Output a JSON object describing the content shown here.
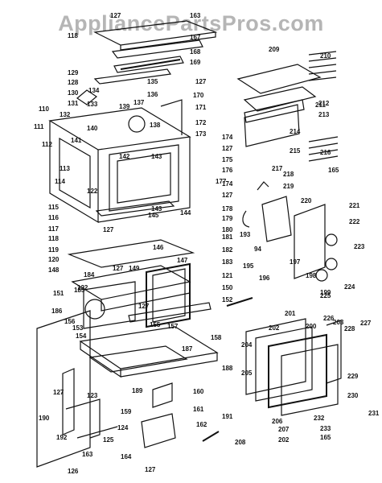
{
  "watermark": "AppliancePartsPros.com",
  "part_numbers": [
    "127",
    "163",
    "118",
    "167",
    "168",
    "169",
    "129",
    "128",
    "135",
    "127",
    "130",
    "134",
    "136",
    "170",
    "131",
    "133",
    "139",
    "137",
    "171",
    "132",
    "140",
    "138",
    "172",
    "141",
    "173",
    "174",
    "110",
    "143",
    "142",
    "127",
    "111",
    "112",
    "175",
    "113",
    "176",
    "114",
    "177",
    "122",
    "174",
    "127",
    "115",
    "145",
    "144",
    "143",
    "116",
    "179",
    "178",
    "117",
    "127",
    "180",
    "118",
    "181",
    "182",
    "146",
    "119",
    "147",
    "183",
    "120",
    "127",
    "149",
    "148",
    "121",
    "184",
    "151",
    "122",
    "150",
    "185",
    "152",
    "186",
    "127",
    "156",
    "153",
    "154",
    "155",
    "157",
    "158",
    "187",
    "188",
    "189",
    "160",
    "127",
    "123",
    "159",
    "161",
    "190",
    "124",
    "162",
    "191",
    "192",
    "125",
    "163",
    "164",
    "126",
    "127",
    "208",
    "209",
    "210",
    "211",
    "212",
    "213",
    "214",
    "215",
    "216",
    "217",
    "218",
    "219",
    "165",
    "220",
    "221",
    "222",
    "193",
    "223",
    "94",
    "195",
    "196",
    "197",
    "198",
    "224",
    "225",
    "199",
    "201",
    "226",
    "200",
    "228",
    "227",
    "202",
    "203",
    "204",
    "205",
    "229",
    "230",
    "206",
    "232",
    "231",
    "207",
    "202",
    "233",
    "165"
  ]
}
